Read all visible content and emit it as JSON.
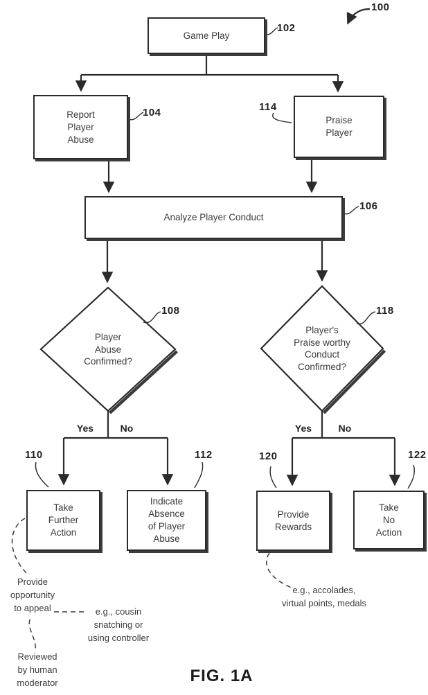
{
  "figure": {
    "caption": "FIG. 1A",
    "ref": "100"
  },
  "nodes": {
    "game_play": {
      "label": "Game Play",
      "ref": "102"
    },
    "report_abuse": {
      "label": "Report\nPlayer\nAbuse",
      "ref": "104"
    },
    "praise_player": {
      "label": "Praise\nPlayer",
      "ref": "114"
    },
    "analyze_conduct": {
      "label": "Analyze Player Conduct",
      "ref": "106"
    },
    "abuse_confirmed": {
      "label": "Player\nAbuse\nConfirmed?",
      "ref": "108"
    },
    "praise_confirmed": {
      "label": "Player's\nPraise worthy\nConduct\nConfirmed?",
      "ref": "118"
    },
    "take_further_action": {
      "label": "Take\nFurther\nAction",
      "ref": "110"
    },
    "indicate_absence": {
      "label": "Indicate\nAbsence\nof Player\nAbuse",
      "ref": "112"
    },
    "provide_rewards": {
      "label": "Provide\nRewards",
      "ref": "120"
    },
    "take_no_action": {
      "label": "Take\nNo\nAction",
      "ref": "122"
    }
  },
  "branches": {
    "abuse_yes": "Yes",
    "abuse_no": "No",
    "praise_yes": "Yes",
    "praise_no": "No"
  },
  "annotations": {
    "appeal": "Provide\nopportunity\nto appeal",
    "abuse_examples": "e.g., cousin\nsnatching or\nusing controller",
    "moderator": "Reviewed\nby human\nmoderator",
    "reward_examples": "e.g., accolades,\nvirtual points, medals"
  },
  "colors": {
    "ink": "#2b2b2b",
    "background": "#ffffff"
  }
}
